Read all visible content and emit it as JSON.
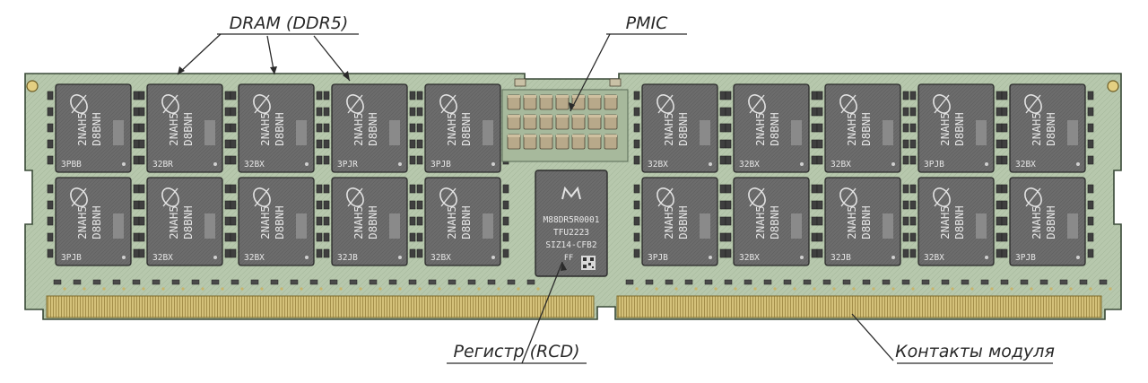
{
  "labels": {
    "dram": "DRAM (DDR5)",
    "pmic": "PMIC",
    "rcd": "Регистр (RCD)",
    "contacts": "Контакты модуля"
  },
  "dram_chip": {
    "line1": "2NAH5",
    "line2": "D8BNH",
    "logo_icon": "micron-logo-icon"
  },
  "dram_chips": [
    {
      "row": 0,
      "col": 0,
      "code": "3PBB"
    },
    {
      "row": 0,
      "col": 1,
      "code": "32BR"
    },
    {
      "row": 0,
      "col": 2,
      "code": "32BX"
    },
    {
      "row": 0,
      "col": 3,
      "code": "3PJR"
    },
    {
      "row": 0,
      "col": 4,
      "code": "3PJB"
    },
    {
      "row": 0,
      "col": 5,
      "code": "32BX"
    },
    {
      "row": 0,
      "col": 6,
      "code": "32BX"
    },
    {
      "row": 0,
      "col": 7,
      "code": "32BX"
    },
    {
      "row": 0,
      "col": 8,
      "code": "3PJB"
    },
    {
      "row": 0,
      "col": 9,
      "code": "32BX"
    },
    {
      "row": 1,
      "col": 0,
      "code": "3PJB"
    },
    {
      "row": 1,
      "col": 1,
      "code": "32BX"
    },
    {
      "row": 1,
      "col": 2,
      "code": "32BX"
    },
    {
      "row": 1,
      "col": 3,
      "code": "32JB"
    },
    {
      "row": 1,
      "col": 4,
      "code": "32BX"
    },
    {
      "row": 1,
      "col": 5,
      "code": "3PJB"
    },
    {
      "row": 1,
      "col": 6,
      "code": "32BX"
    },
    {
      "row": 1,
      "col": 7,
      "code": "32JB"
    },
    {
      "row": 1,
      "col": 8,
      "code": "32BX"
    },
    {
      "row": 1,
      "col": 9,
      "code": "3PJB"
    }
  ],
  "rcd_chip": {
    "logo_icon": "montage-logo-icon",
    "line1": "M88DR5R0001",
    "line2": "TFU2223",
    "line3": "SIZ14-CFB2",
    "line4": "FF"
  },
  "colors": {
    "pcb": "#b9c9b0",
    "pcb_dark": "#8fa488",
    "chip": "#6e6e6e",
    "chip_dark": "#4f4f4f",
    "gold": "#c9b46a",
    "line": "#2a2a2a"
  }
}
